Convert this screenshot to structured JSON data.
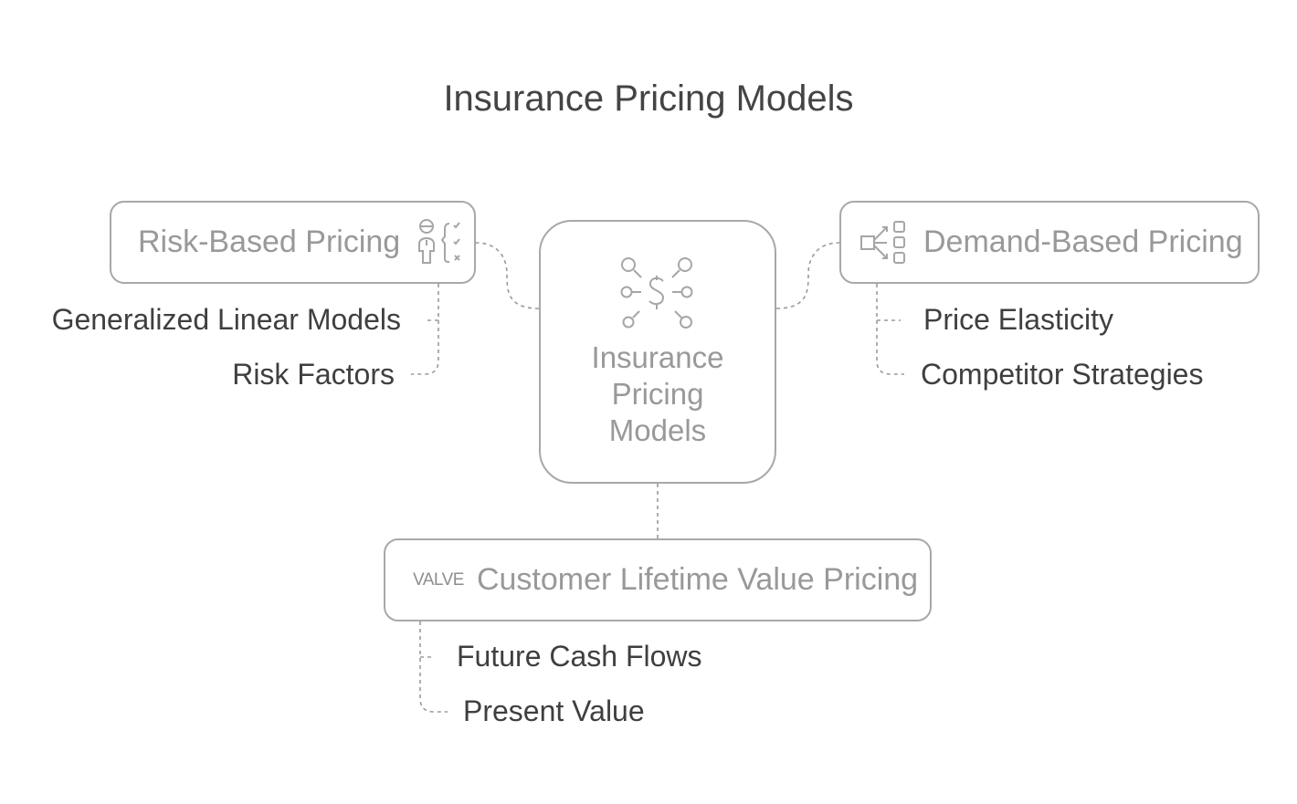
{
  "title": "Insurance Pricing Models",
  "center": {
    "label_lines": [
      "Insurance",
      "Pricing",
      "Models"
    ],
    "icon": "pricing-network-icon"
  },
  "risk": {
    "label": "Risk-Based Pricing",
    "icon": "person-checklist-icon",
    "children": [
      "Generalized Linear Models",
      "Risk Factors"
    ]
  },
  "demand": {
    "label": "Demand-Based Pricing",
    "icon": "distribution-options-icon",
    "children": [
      "Price Elasticity",
      "Competitor Strategies"
    ]
  },
  "clv": {
    "label": "Customer Lifetime Value Pricing",
    "icon_text": "VALVE",
    "icon": "valve-text-icon",
    "children": [
      "Future Cash Flows",
      "Present Value"
    ]
  },
  "colors": {
    "border": "#a8a8a8",
    "node_text": "#999999",
    "leaf_text": "#3f3f3f",
    "title_text": "#444444"
  }
}
